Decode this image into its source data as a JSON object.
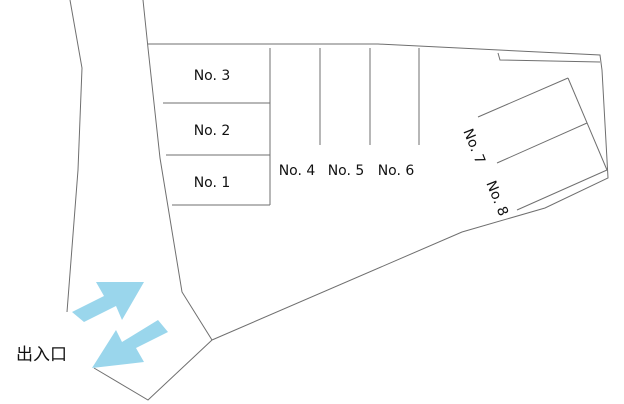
{
  "stalls": [
    {
      "id": "s1",
      "label": "No. 1"
    },
    {
      "id": "s2",
      "label": "No. 2"
    },
    {
      "id": "s3",
      "label": "No. 3"
    },
    {
      "id": "s4",
      "label": "No. 4"
    },
    {
      "id": "s5",
      "label": "No. 5"
    },
    {
      "id": "s6",
      "label": "No. 6"
    },
    {
      "id": "s7",
      "label": "No. 7"
    },
    {
      "id": "s8",
      "label": "No. 8"
    }
  ],
  "entrance": {
    "label": "出入口"
  },
  "colors": {
    "outline": "#6f6f6f",
    "arrow": "#9ad6ec",
    "text": "#111111"
  }
}
